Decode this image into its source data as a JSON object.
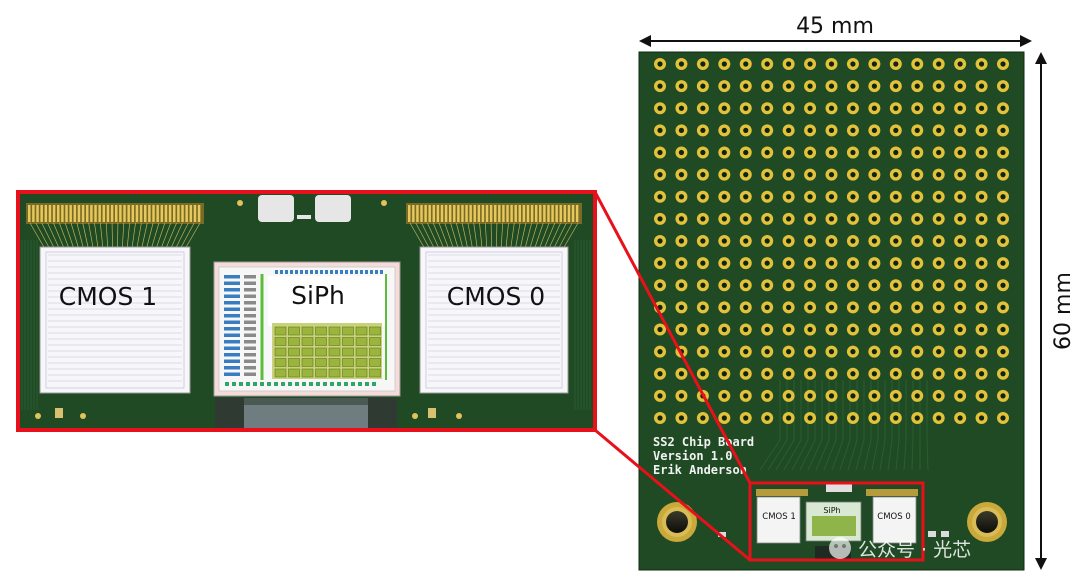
{
  "board": {
    "width_label": "45 mm",
    "height_label": "60 mm",
    "silkscreen": [
      "SS2 Chip Board",
      "Version 1.0",
      "Erik Anderson"
    ],
    "pad_rows": 17,
    "pad_cols": 17
  },
  "chips": {
    "cmos1": "CMOS 1",
    "siph": "SiPh",
    "cmos0": "CMOS 0"
  },
  "watermark": "公众号 · 光芯",
  "colors": {
    "pcb": "#1f4a24",
    "pcb_dark": "#173a1b",
    "highlight": "#e8101a",
    "pad_ring": "#e2c23a",
    "wire": "#d7c46a"
  }
}
